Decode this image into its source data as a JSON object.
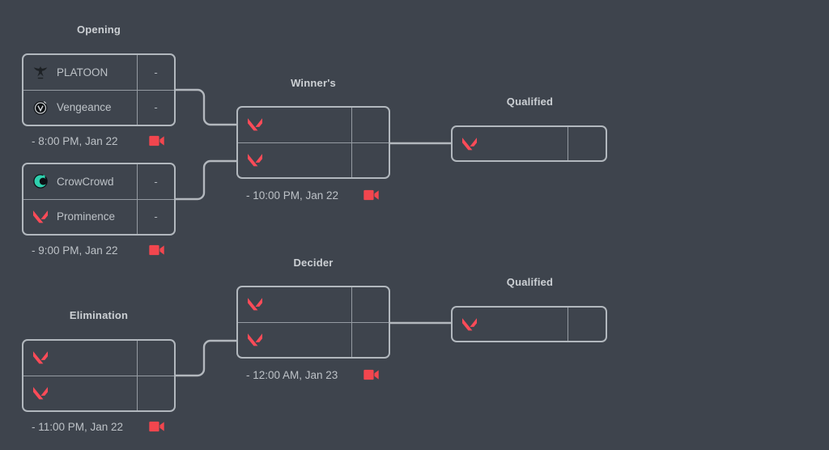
{
  "headers": {
    "opening": "Opening",
    "winners": "Winner's",
    "qualified_top": "Qualified",
    "decider": "Decider",
    "elimination": "Elimination",
    "qualified_bottom": "Qualified"
  },
  "matches": {
    "opening1": {
      "team1": {
        "name": "PLATOON",
        "score": "-",
        "logo": "platoon-eagle-logo"
      },
      "team2": {
        "name": "Vengeance",
        "score": "-",
        "logo": "vengeance-circle-v-logo"
      },
      "time": "- 8:00 PM, Jan 22"
    },
    "opening2": {
      "team1": {
        "name": "CrowCrowd",
        "score": "-",
        "logo": "crowcrowd-bird-logo"
      },
      "team2": {
        "name": "Prominence",
        "score": "-",
        "logo": "valorant-placeholder-logo"
      },
      "time": "- 9:00 PM, Jan 22"
    },
    "winners": {
      "team1": {
        "name": "",
        "score": "",
        "logo": "valorant-placeholder-logo"
      },
      "team2": {
        "name": "",
        "score": "",
        "logo": "valorant-placeholder-logo"
      },
      "time": "- 10:00 PM, Jan 22"
    },
    "decider": {
      "team1": {
        "name": "",
        "score": "",
        "logo": "valorant-placeholder-logo"
      },
      "team2": {
        "name": "",
        "score": "",
        "logo": "valorant-placeholder-logo"
      },
      "time": "- 12:00 AM, Jan 23"
    },
    "elimination": {
      "team1": {
        "name": "",
        "score": "",
        "logo": "valorant-placeholder-logo"
      },
      "team2": {
        "name": "",
        "score": "",
        "logo": "valorant-placeholder-logo"
      },
      "time": "- 11:00 PM, Jan 22"
    },
    "qualified_top": {
      "team1": {
        "name": "",
        "score": "",
        "logo": "valorant-placeholder-logo"
      }
    },
    "qualified_bottom": {
      "team1": {
        "name": "",
        "score": "",
        "logo": "valorant-placeholder-logo"
      }
    }
  },
  "icons": {
    "stream_camera": "video-camera-icon",
    "valorant_placeholder": "valorant-v-logo"
  },
  "colors": {
    "background": "#3e444d",
    "box_border": "#b2b8be",
    "inner_divider": "#959ba2",
    "text_primary": "#bdc2c7",
    "header_text": "#ccd0d4",
    "valorant_red": "#fd4b58",
    "camera_red": "#f2464e",
    "crowcrowd_teal": "#2fd0ae"
  }
}
